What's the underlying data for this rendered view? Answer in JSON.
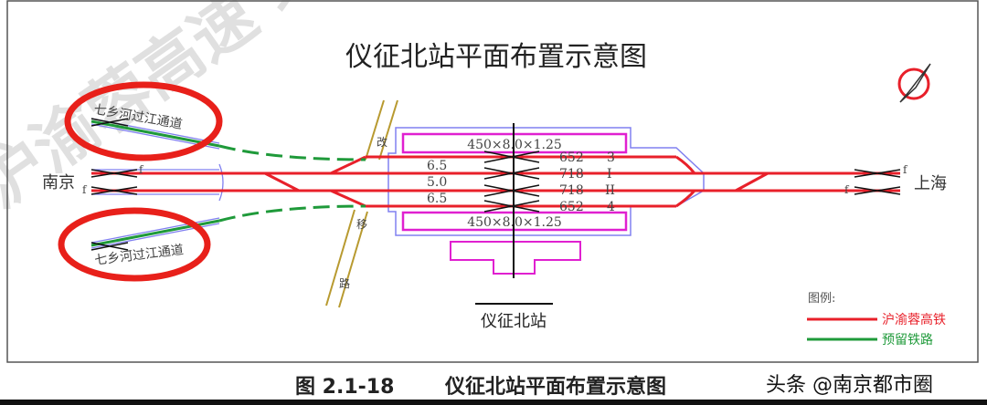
{
  "title": "仪征北站平面布置示意图",
  "watermark": "沪渝蓉高速 环境影响报告",
  "labels": {
    "nanjing": "南京",
    "shanghai": "上海",
    "tunnel_top": "七乡河过江通道",
    "tunnel_bottom": "七乡河过江通道",
    "station": "仪征北站",
    "road": [
      "改",
      "移",
      "路"
    ],
    "f": "f"
  },
  "platforms": {
    "top": "450×8.0×1.25",
    "bottom": "450×8.0×1.25"
  },
  "spacings": [
    "6.5",
    "5.0",
    "6.5"
  ],
  "tracks": [
    {
      "length": "652",
      "number": "3"
    },
    {
      "length": "718",
      "number": "I"
    },
    {
      "length": "718",
      "number": "II"
    },
    {
      "length": "652",
      "number": "4"
    }
  ],
  "legend": {
    "title": "图例:",
    "items": [
      {
        "label": "沪渝蓉高铁",
        "color": "#e8202a"
      },
      {
        "label": "预留铁路",
        "color": "#1f9a3a"
      }
    ]
  },
  "caption": {
    "number": "图 2.1-18",
    "title": "仪征北站平面布置示意图",
    "credit": "头条 @南京都市圈"
  },
  "colors": {
    "rail": "#e8202a",
    "reserved": "#1f9a3a",
    "platform": "#e020d0",
    "outline": "#8080f0",
    "road": "#b89a30",
    "highlight": "#e8201a"
  }
}
